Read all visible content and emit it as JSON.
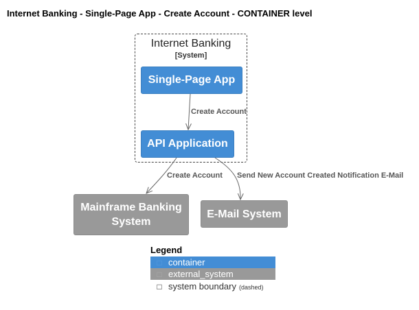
{
  "title": "Internet Banking - Single-Page App - Create Account - CONTAINER level",
  "boundary": {
    "name": "Internet Banking",
    "type": "[System]"
  },
  "containers": {
    "spa": "Single-Page App",
    "api": "API Application"
  },
  "external_systems": {
    "mainframe": "Mainframe Banking System",
    "email": "E-Mail System"
  },
  "relationships": [
    {
      "from": "Single-Page App",
      "to": "API Application",
      "label": "Create Account"
    },
    {
      "from": "API Application",
      "to": "Mainframe Banking System",
      "label": "Create Account"
    },
    {
      "from": "API Application",
      "to": "E-Mail System",
      "label": "Send New Account Created Notification E-Mail"
    }
  ],
  "legend": {
    "title": "Legend",
    "items": [
      {
        "label": "container",
        "note": ""
      },
      {
        "label": "external_system",
        "note": ""
      },
      {
        "label": "system boundary",
        "note": "(dashed)"
      }
    ]
  },
  "colors": {
    "container": "#438dd5",
    "external_system": "#999999",
    "edge": "#666666"
  },
  "icons": {
    "legend_swatch": "square-icon"
  }
}
